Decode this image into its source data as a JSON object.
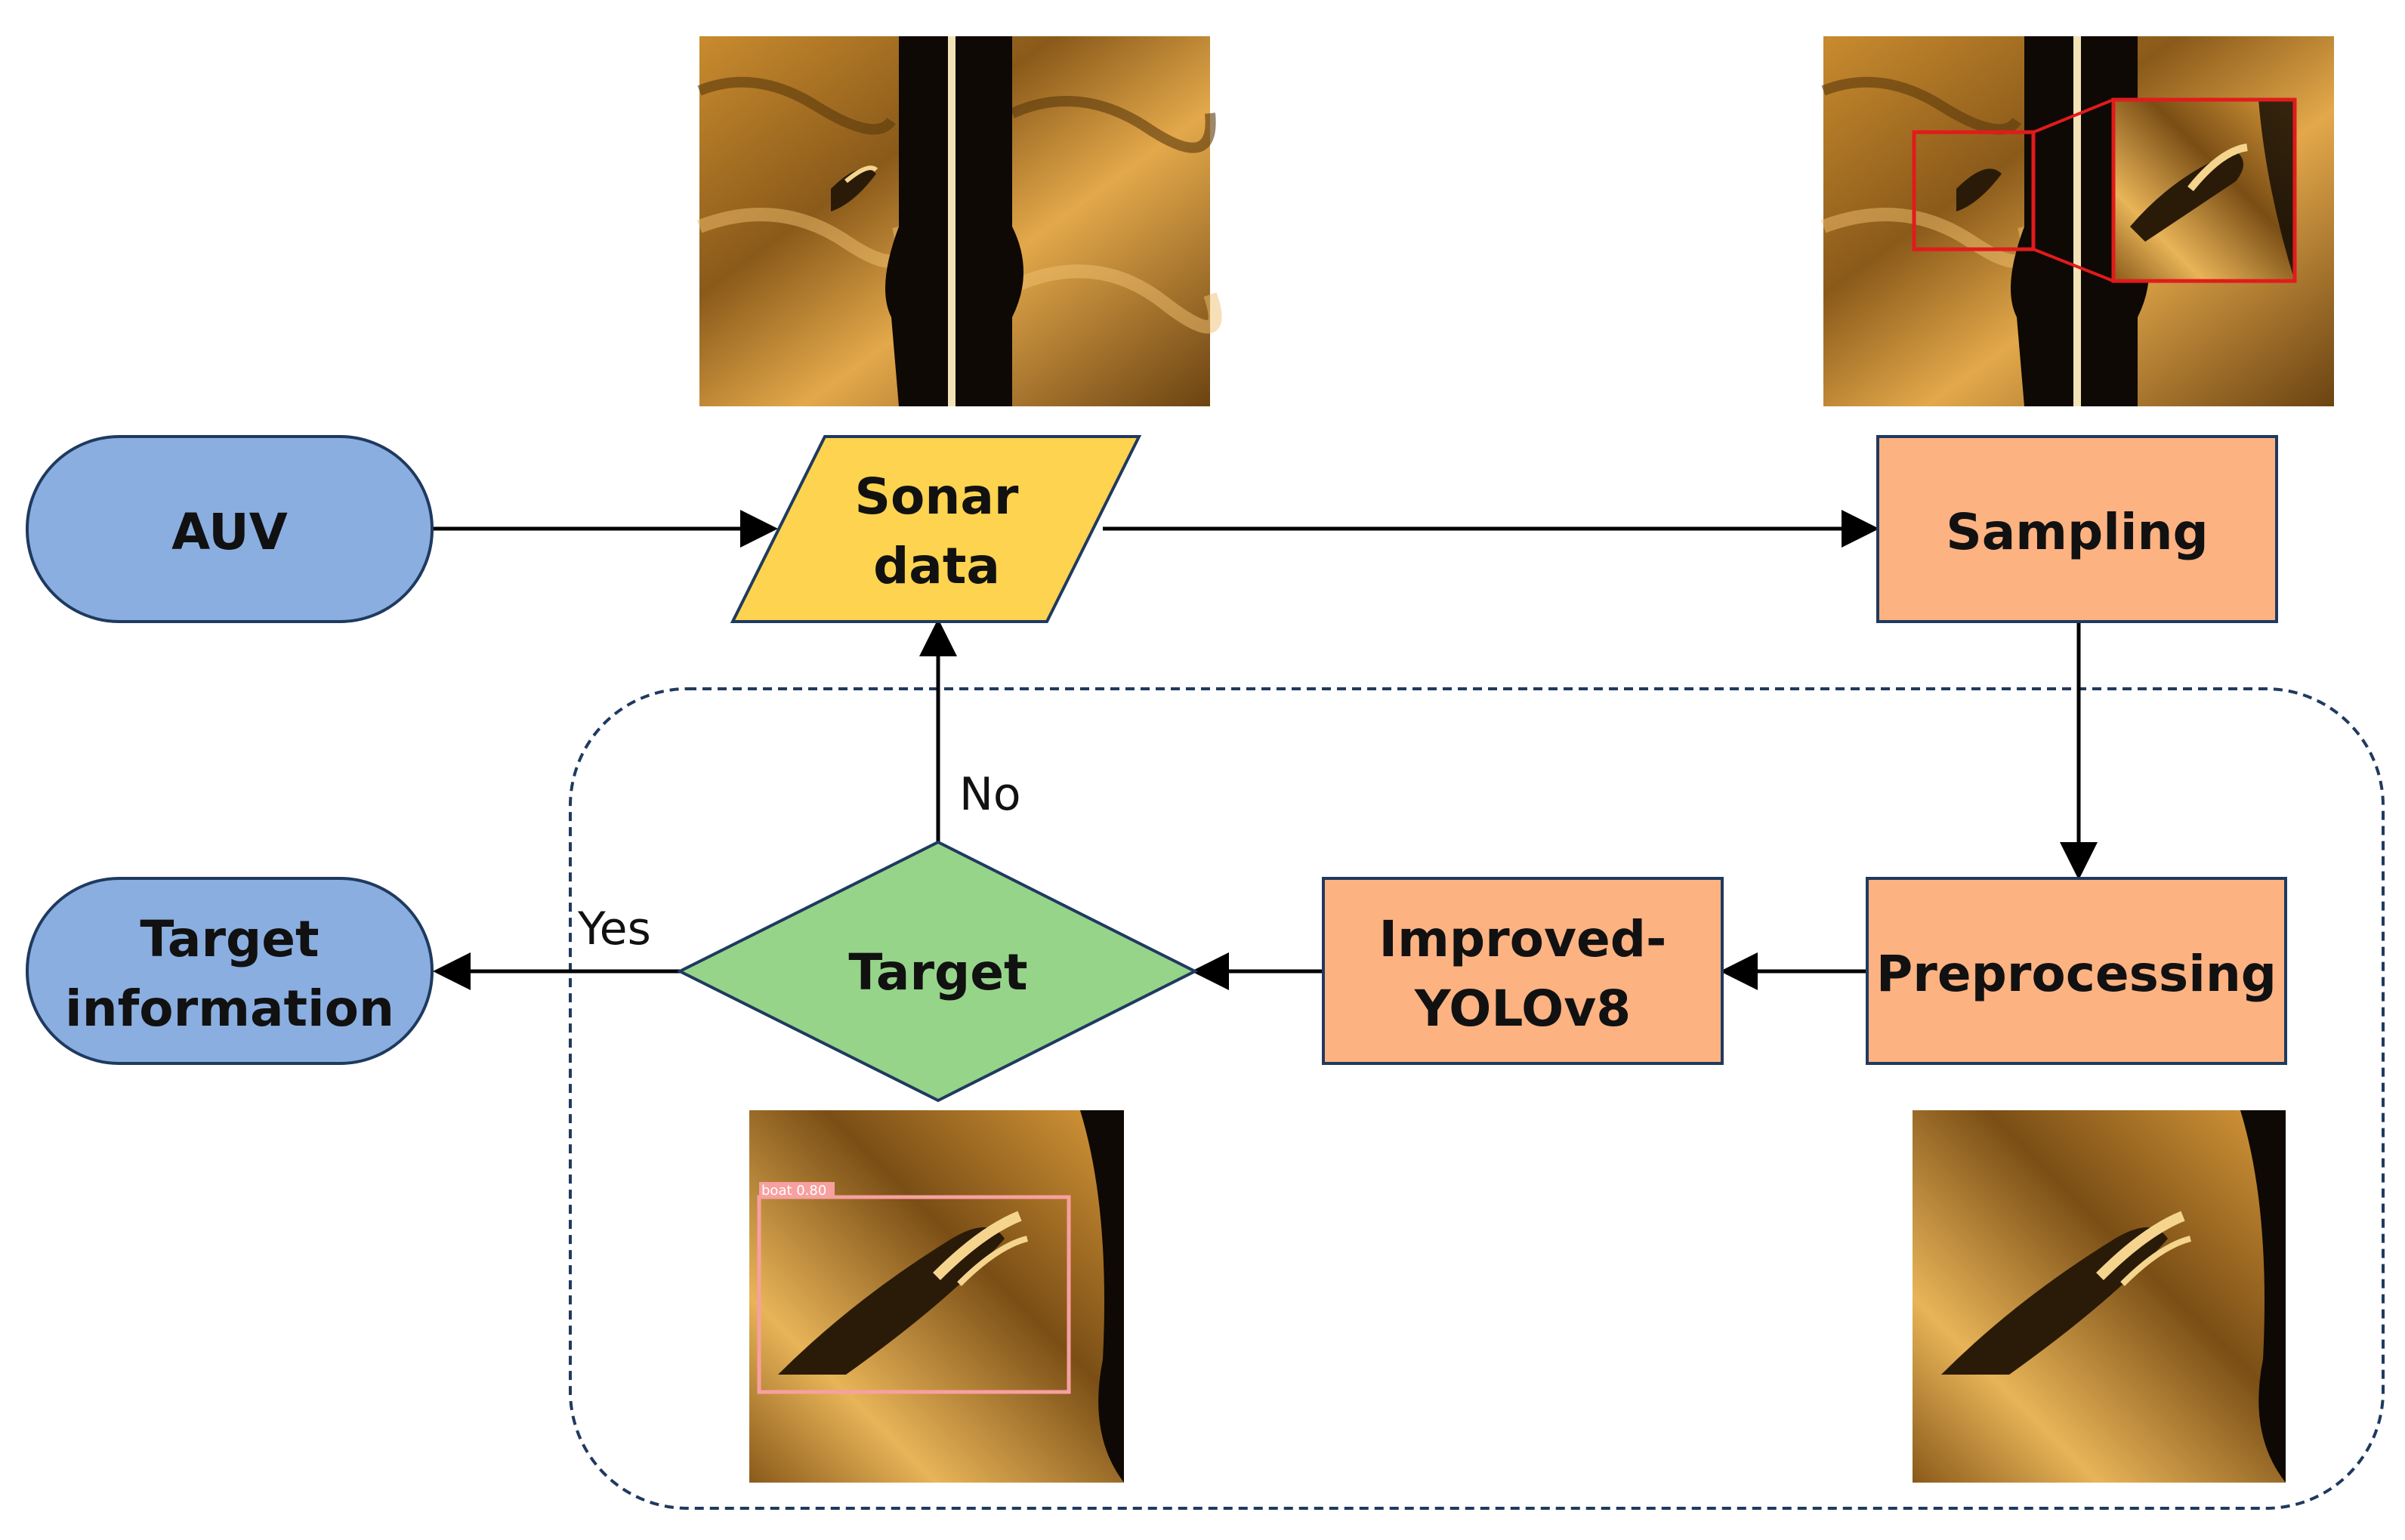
{
  "nodes": {
    "auv": {
      "label": "AUV",
      "color": "#8AAEE0"
    },
    "sonar": {
      "label_line1": "Sonar",
      "label_line2": "data",
      "color": "#FDD34F"
    },
    "sampling": {
      "label": "Sampling",
      "color": "#FDB282"
    },
    "preprocessing": {
      "label": "Preprocessing",
      "color": "#FDB282"
    },
    "yolo": {
      "label_line1": "Improved-",
      "label_line2": "YOLOv8",
      "color": "#FDB282"
    },
    "target": {
      "label": "Target",
      "color": "#96D48A"
    },
    "target_info": {
      "label_line1": "Target",
      "label_line2": "information",
      "color": "#8AAEE0"
    }
  },
  "edges": {
    "no_label": "No",
    "yes_label": "Yes"
  },
  "images": {
    "detection_label": "boat 0.80",
    "zoom_box_color": "#E11B1B",
    "detection_box_color": "#F7A0A0"
  },
  "colors": {
    "outline": "#1F3A5F",
    "dashed_region": "#1F3A5F",
    "sonar_dark": "#2A1A08",
    "sonar_mid": "#8A5A1A",
    "sonar_light": "#E3A84A"
  }
}
